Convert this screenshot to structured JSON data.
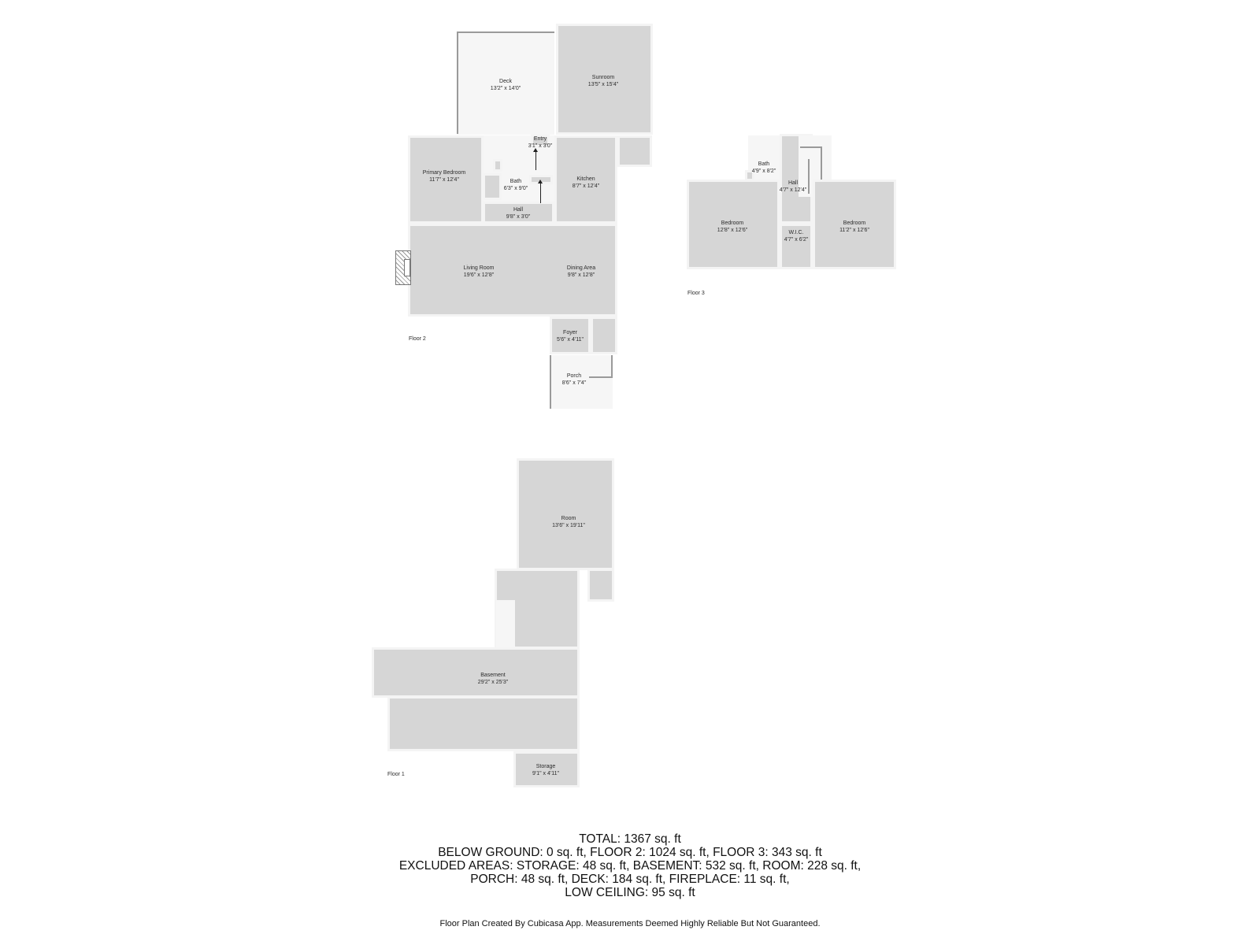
{
  "floors": {
    "floor2": {
      "label": "Floor 2",
      "rooms": {
        "deck": {
          "name": "Deck",
          "dim": "13'2\" x 14'0\""
        },
        "sunroom": {
          "name": "Sunroom",
          "dim": "13'5\" x 15'4\""
        },
        "entry": {
          "name": "Entry",
          "dim": "3'1\" x 3'0\""
        },
        "primary_bedroom": {
          "name": "Primary Bedroom",
          "dim": "11'7\" x 12'4\""
        },
        "bath": {
          "name": "Bath",
          "dim": "6'3\" x 9'0\""
        },
        "kitchen": {
          "name": "Kitchen",
          "dim": "8'7\" x 12'4\""
        },
        "hall": {
          "name": "Hall",
          "dim": "9'8\" x 3'0\""
        },
        "living_room": {
          "name": "Living Room",
          "dim": "19'6\" x 12'8\""
        },
        "dining_area": {
          "name": "Dining Area",
          "dim": "9'8\" x 12'8\""
        },
        "foyer": {
          "name": "Foyer",
          "dim": "5'6\" x 4'11\""
        },
        "porch": {
          "name": "Porch",
          "dim": "8'6\" x 7'4\""
        }
      }
    },
    "floor3": {
      "label": "Floor 3",
      "rooms": {
        "bath": {
          "name": "Bath",
          "dim": "4'9\" x 8'2\""
        },
        "hall": {
          "name": "Hall",
          "dim": "4'7\" x 12'4\""
        },
        "bedroom_left": {
          "name": "Bedroom",
          "dim": "12'8\" x 12'6\""
        },
        "bedroom_right": {
          "name": "Bedroom",
          "dim": "11'2\" x 12'6\""
        },
        "wic": {
          "name": "W.I.C.",
          "dim": "4'7\" x 6'2\""
        }
      }
    },
    "floor1": {
      "label": "Floor 1",
      "rooms": {
        "room": {
          "name": "Room",
          "dim": "13'6\" x 19'11\""
        },
        "basement": {
          "name": "Basement",
          "dim": "29'2\" x 25'3\""
        },
        "storage": {
          "name": "Storage",
          "dim": "9'1\" x 4'11\""
        }
      }
    }
  },
  "summary": {
    "line1": "TOTAL: 1367 sq. ft",
    "line2": "BELOW GROUND: 0 sq. ft, FLOOR 2: 1024 sq. ft, FLOOR 3: 343 sq. ft",
    "line3": "EXCLUDED AREAS: STORAGE: 48 sq. ft, BASEMENT: 532 sq. ft, ROOM: 228 sq. ft,",
    "line4": "PORCH: 48 sq. ft, DECK: 184 sq. ft, FIREPLACE: 11 sq. ft,",
    "line5": "LOW CEILING: 95 sq. ft"
  },
  "footer": "Floor Plan Created By Cubicasa App. Measurements Deemed Highly Reliable But Not Guaranteed."
}
